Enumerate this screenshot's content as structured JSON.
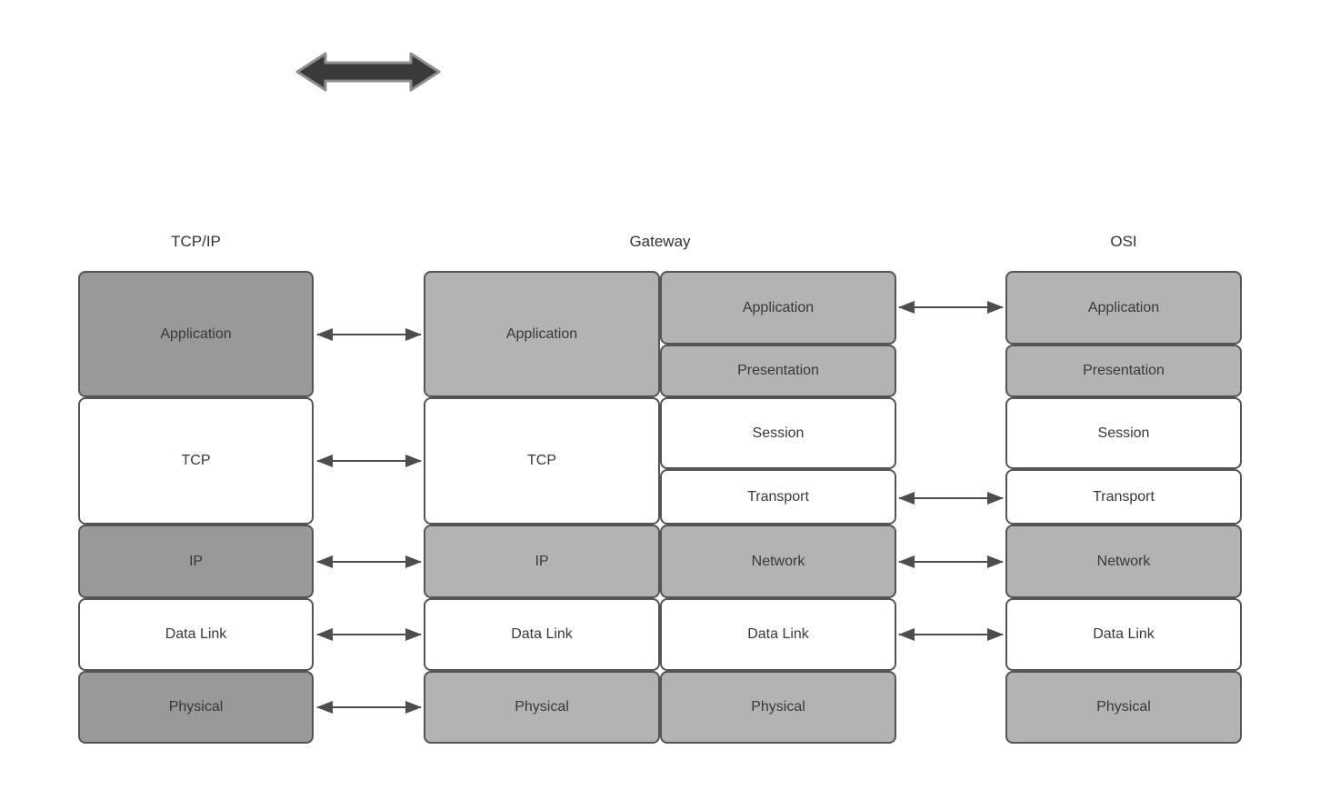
{
  "title_icon": "left-right-thick-arrow-icon",
  "headers": {
    "tcpip": "TCP/IP",
    "gateway": "Gateway",
    "osi": "OSI"
  },
  "tcpip_layers": [
    "Application",
    "TCP",
    "IP",
    "Data Link",
    "Physical"
  ],
  "gateway_left_layers": [
    "Application",
    "TCP",
    "IP",
    "Data Link",
    "Physical"
  ],
  "gateway_right_layers": [
    "Application",
    "Presentation",
    "Session",
    "Transport",
    "Network",
    "Data Link",
    "Physical"
  ],
  "osi_layers": [
    "Application",
    "Presentation",
    "Session",
    "Transport",
    "Network",
    "Data Link",
    "Physical"
  ],
  "connections": {
    "tcpip_to_gateway": [
      "Application",
      "TCP",
      "IP",
      "Data Link",
      "Physical"
    ],
    "gateway_to_osi": [
      "Application",
      "Transport",
      "Network",
      "Data Link"
    ]
  },
  "colors": {
    "box_dark_gray": "#999999",
    "box_light_gray": "#b3b3b3",
    "box_white": "#ffffff",
    "box_border": "#545454",
    "text": "#383838",
    "thin_arrow": "#4d4d4d",
    "thick_arrow_fill": "#3a3a3a",
    "thick_arrow_stroke": "#8f8f8f"
  }
}
